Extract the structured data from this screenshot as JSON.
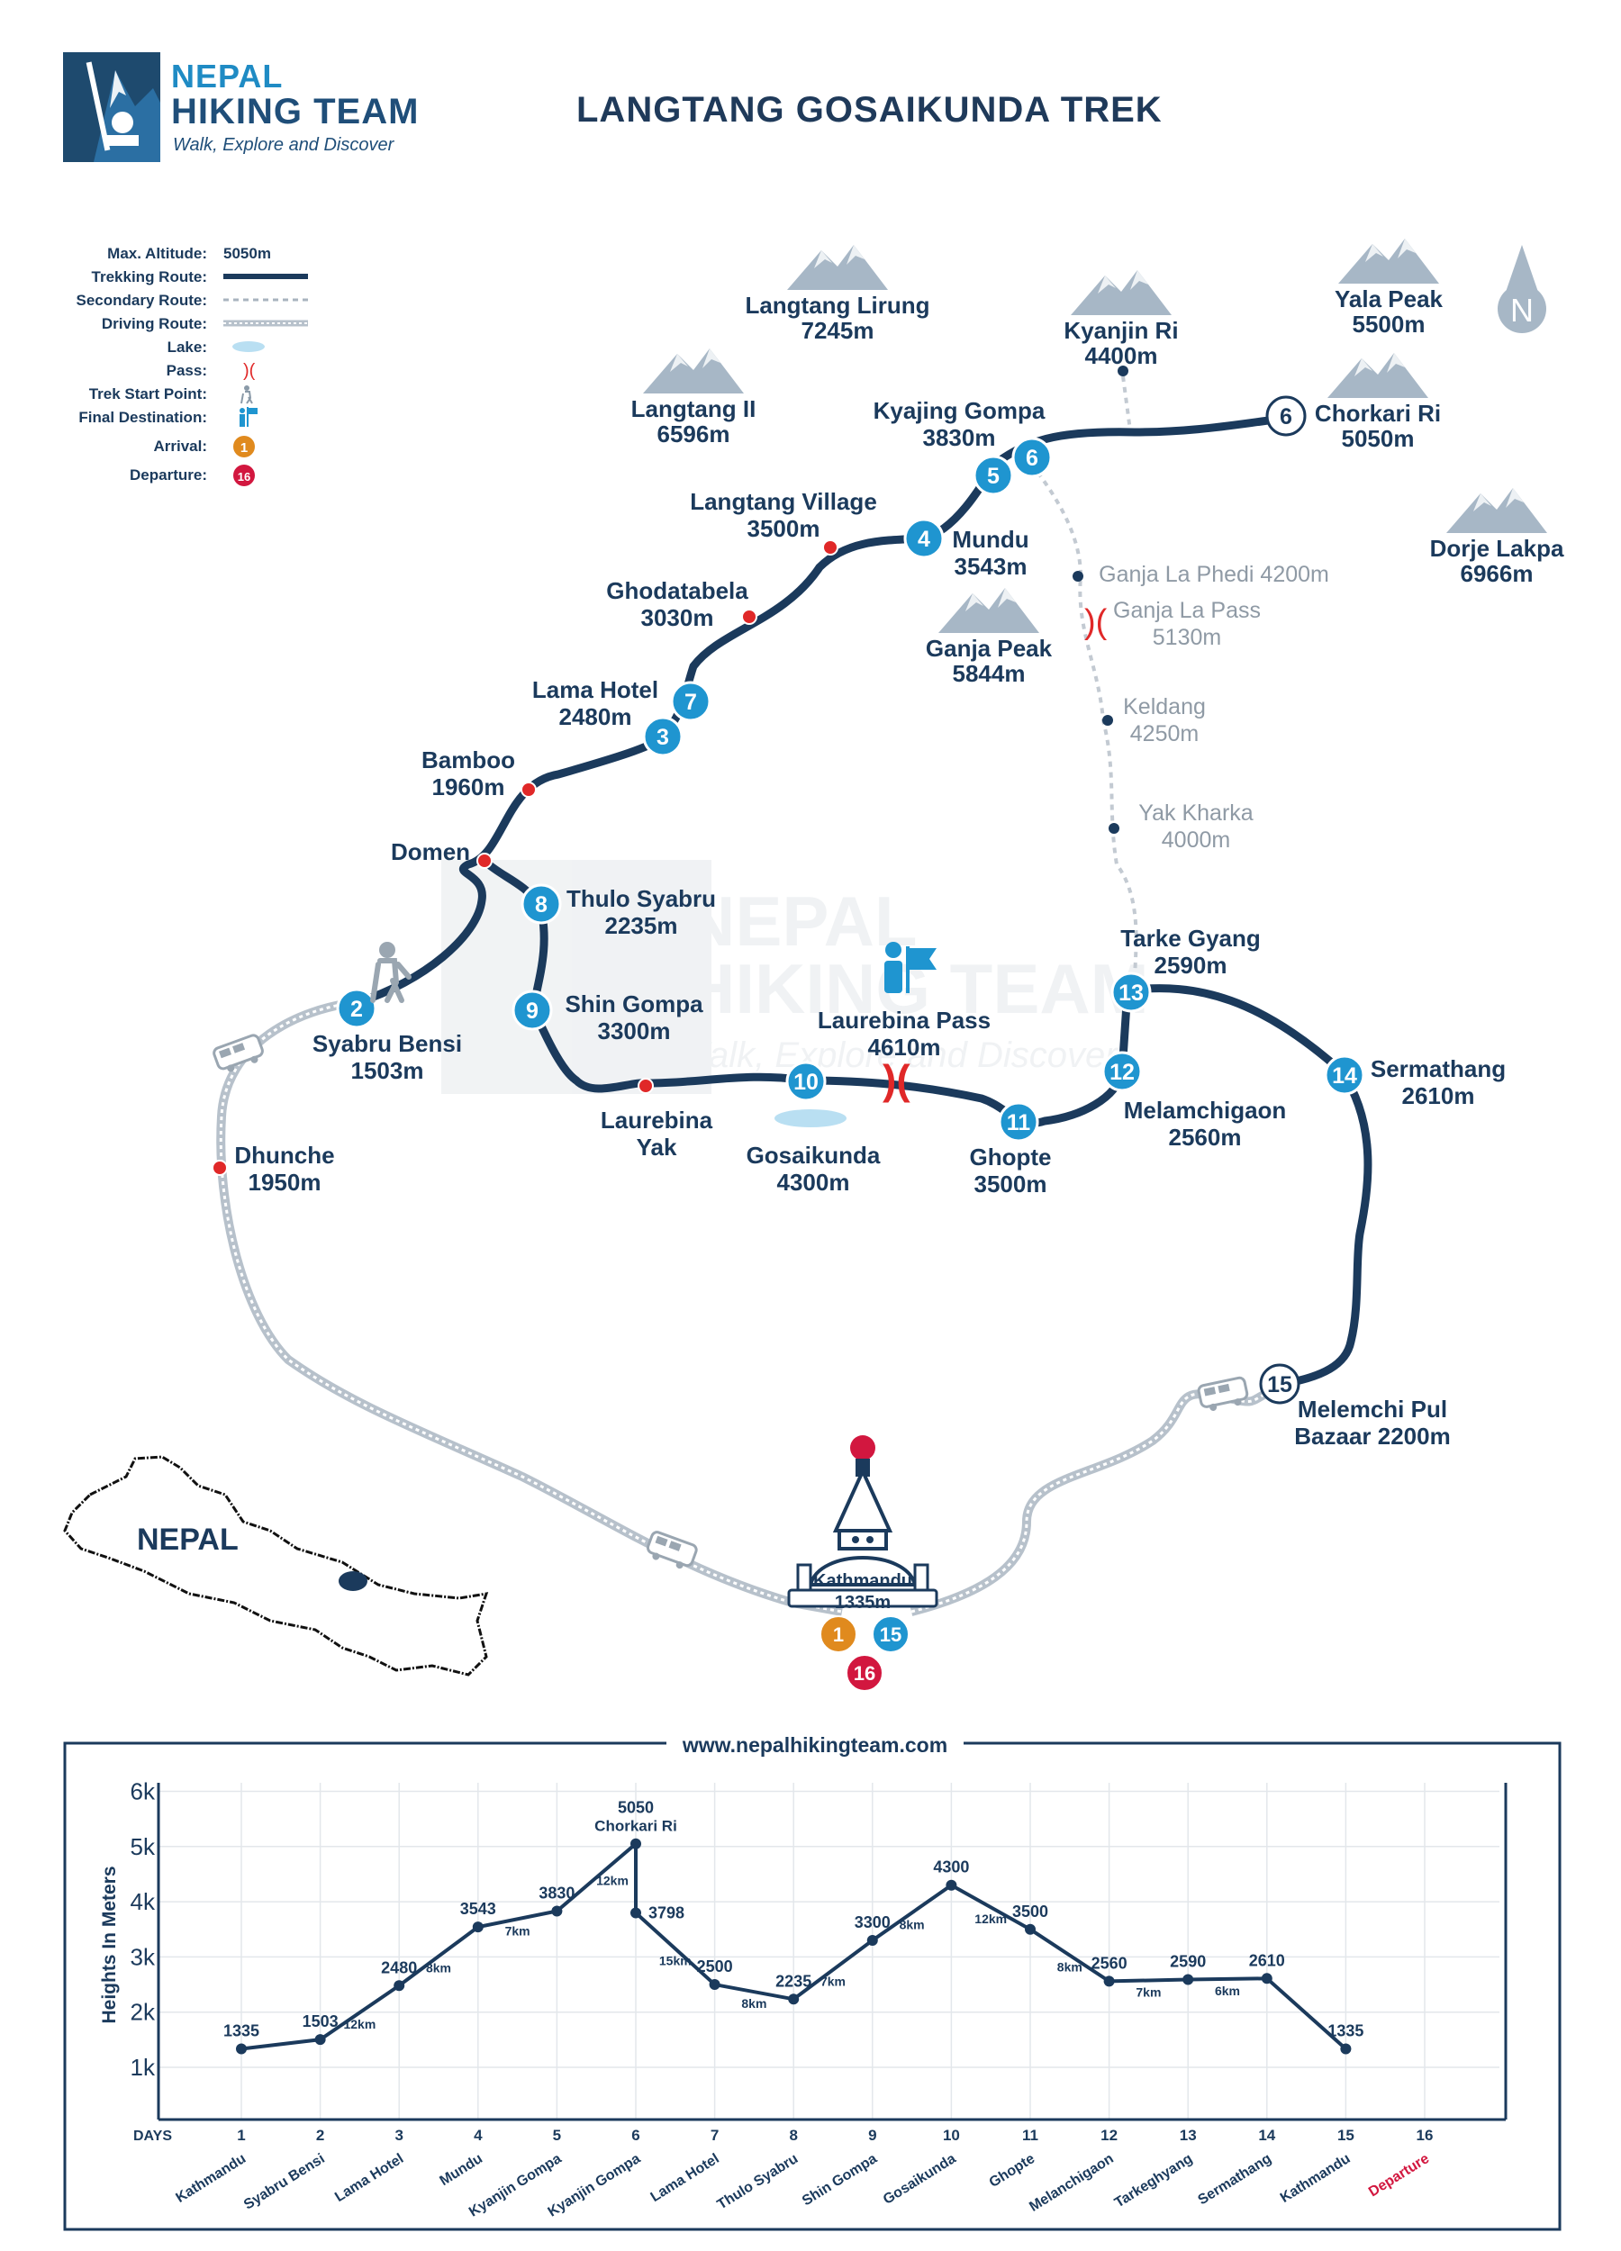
{
  "brand": {
    "line1": "NEPAL",
    "line2": "HIKING TEAM",
    "tagline": "Walk, Explore and Discover"
  },
  "title": "LANGTANG GOSAIKUNDA TREK",
  "colors": {
    "navy": "#1b3a5c",
    "blue": "#1f95d0",
    "red": "#e02828",
    "orange": "#e08a1e",
    "crimson": "#d2173f",
    "grey": "#a9b4bf",
    "mountain": "#a7b7c6"
  },
  "legend": [
    {
      "label": "Max. Altitude:",
      "value": "5050m",
      "kind": "text"
    },
    {
      "label": "Trekking Route:",
      "value": "",
      "kind": "trek"
    },
    {
      "label": "Secondary Route:",
      "value": "",
      "kind": "secondary"
    },
    {
      "label": "Driving Route:",
      "value": "",
      "kind": "driving"
    },
    {
      "label": "Lake:",
      "value": "",
      "kind": "lake"
    },
    {
      "label": "Pass:",
      "value": "",
      "kind": "pass"
    },
    {
      "label": "Trek Start Point:",
      "value": "",
      "kind": "hiker-icon"
    },
    {
      "label": "Final Destination:",
      "value": "",
      "kind": "flag-icon"
    },
    {
      "label": "Arrival:",
      "value": "1",
      "kind": "arrival"
    },
    {
      "label": "Departure:",
      "value": "16",
      "kind": "departure"
    }
  ],
  "compass": "N",
  "mountains": [
    {
      "name": "Langtang Lirung",
      "alt": "7245m"
    },
    {
      "name": "Kyanjin Ri",
      "alt": "4400m"
    },
    {
      "name": "Yala Peak",
      "alt": "5500m"
    },
    {
      "name": "Langtang II",
      "alt": "6596m"
    },
    {
      "name": "Chorkari Ri",
      "alt": "5050m"
    },
    {
      "name": "Dorje Lakpa",
      "alt": "6966m"
    },
    {
      "name": "Ganja Peak",
      "alt": "5844m"
    }
  ],
  "places": [
    {
      "name": "Kyajing Gompa",
      "alt": "3830m"
    },
    {
      "name": "Langtang Village",
      "alt": "3500m"
    },
    {
      "name": "Mundu",
      "alt": "3543m"
    },
    {
      "name": "Ghodatabela",
      "alt": "3030m"
    },
    {
      "name": "Lama Hotel",
      "alt": "2480m"
    },
    {
      "name": "Bamboo",
      "alt": "1960m"
    },
    {
      "name": "Domen",
      "alt": ""
    },
    {
      "name": "Thulo Syabru",
      "alt": "2235m"
    },
    {
      "name": "Syabru Bensi",
      "alt": "1503m"
    },
    {
      "name": "Shin Gompa",
      "alt": "3300m"
    },
    {
      "name": "Laurebina Pass",
      "alt": "4610m"
    },
    {
      "name": "Dhunche",
      "alt": "1950m"
    },
    {
      "name": "Laurebina",
      "alt": "Yak"
    },
    {
      "name": "Gosaikunda",
      "alt": "4300m"
    },
    {
      "name": "Ghopte",
      "alt": "3500m"
    },
    {
      "name": "Melamchigaon",
      "alt": "2560m"
    },
    {
      "name": "Tarke Gyang",
      "alt": "2590m"
    },
    {
      "name": "Sermathang",
      "alt": "2610m"
    },
    {
      "name": "Melemchi Pul",
      "alt": "Bazaar 2200m"
    },
    {
      "name": "Kathmandu",
      "alt": "1335m"
    }
  ],
  "secondary_places": [
    {
      "name": "Ganja La Phedi 4200m",
      "alt": ""
    },
    {
      "name": "Ganja La Pass",
      "alt": "5130m"
    },
    {
      "name": "Keldang",
      "alt": "4250m"
    },
    {
      "name": "Yak Kharka",
      "alt": "4000m"
    }
  ],
  "day_markers": [
    "2",
    "3",
    "4",
    "5",
    "6",
    "7",
    "8",
    "9",
    "10",
    "11",
    "12",
    "13",
    "14",
    "15",
    "6"
  ],
  "kathmandu_markers": {
    "arrival": "1",
    "return": "15",
    "departure": "16"
  },
  "country_label": "NEPAL",
  "watermark": {
    "line1": "NEPAL",
    "line2": "HIKING TEAM",
    "tagline": "Walk, Explore and Discover"
  },
  "profile_header": "www.nepalhikingteam.com",
  "chart_data": {
    "type": "line",
    "ylabel": "Heights In Meters",
    "xlabel": "DAYS",
    "ylim": [
      0,
      6000
    ],
    "yticks": [
      "1k",
      "2k",
      "3k",
      "4k",
      "5k",
      "6k"
    ],
    "days": [
      "1",
      "2",
      "3",
      "4",
      "5",
      "6",
      "7",
      "8",
      "9",
      "10",
      "11",
      "12",
      "13",
      "14",
      "15",
      "16"
    ],
    "day_names": [
      "Kathmandu",
      "Syabru Bensi",
      "Lama Hotel",
      "Mundu",
      "Kyanjin Gompa",
      "Kyanjin Gompa",
      "Lama Hotel",
      "Thulo Syabru",
      "Shin Gompa",
      "Gosaikunda",
      "Ghopte",
      "Melanchigaon",
      "Tarkeghyang",
      "Sermathang",
      "Kathmandu",
      "Departure"
    ],
    "points": [
      {
        "day": 1,
        "alt": 1335,
        "label": "1335"
      },
      {
        "day": 2,
        "alt": 1503,
        "label": "1503"
      },
      {
        "day": 3,
        "alt": 2480,
        "label": "2480"
      },
      {
        "day": 4,
        "alt": 3543,
        "label": "3543"
      },
      {
        "day": 5,
        "alt": 3830,
        "label": "3830"
      },
      {
        "day": 6,
        "alt": 5050,
        "label": "5050"
      },
      {
        "day": 6,
        "alt": 3798,
        "label": "3798"
      },
      {
        "day": 7,
        "alt": 2500,
        "label": "2500"
      },
      {
        "day": 8,
        "alt": 2235,
        "label": "2235"
      },
      {
        "day": 9,
        "alt": 3300,
        "label": "3300"
      },
      {
        "day": 10,
        "alt": 4300,
        "label": "4300"
      },
      {
        "day": 11,
        "alt": 3500,
        "label": "3500"
      },
      {
        "day": 12,
        "alt": 2560,
        "label": "2560"
      },
      {
        "day": 13,
        "alt": 2590,
        "label": "2590"
      },
      {
        "day": 14,
        "alt": 2610,
        "label": "2610"
      },
      {
        "day": 15,
        "alt": 1335,
        "label": "1335"
      }
    ],
    "peak_label": "Chorkari Ri",
    "segment_distances": [
      "12km",
      "8km",
      "7km",
      "12km",
      "15km",
      "8km",
      "7km",
      "8km",
      "12km",
      "8km",
      "7km",
      "6km"
    ]
  }
}
